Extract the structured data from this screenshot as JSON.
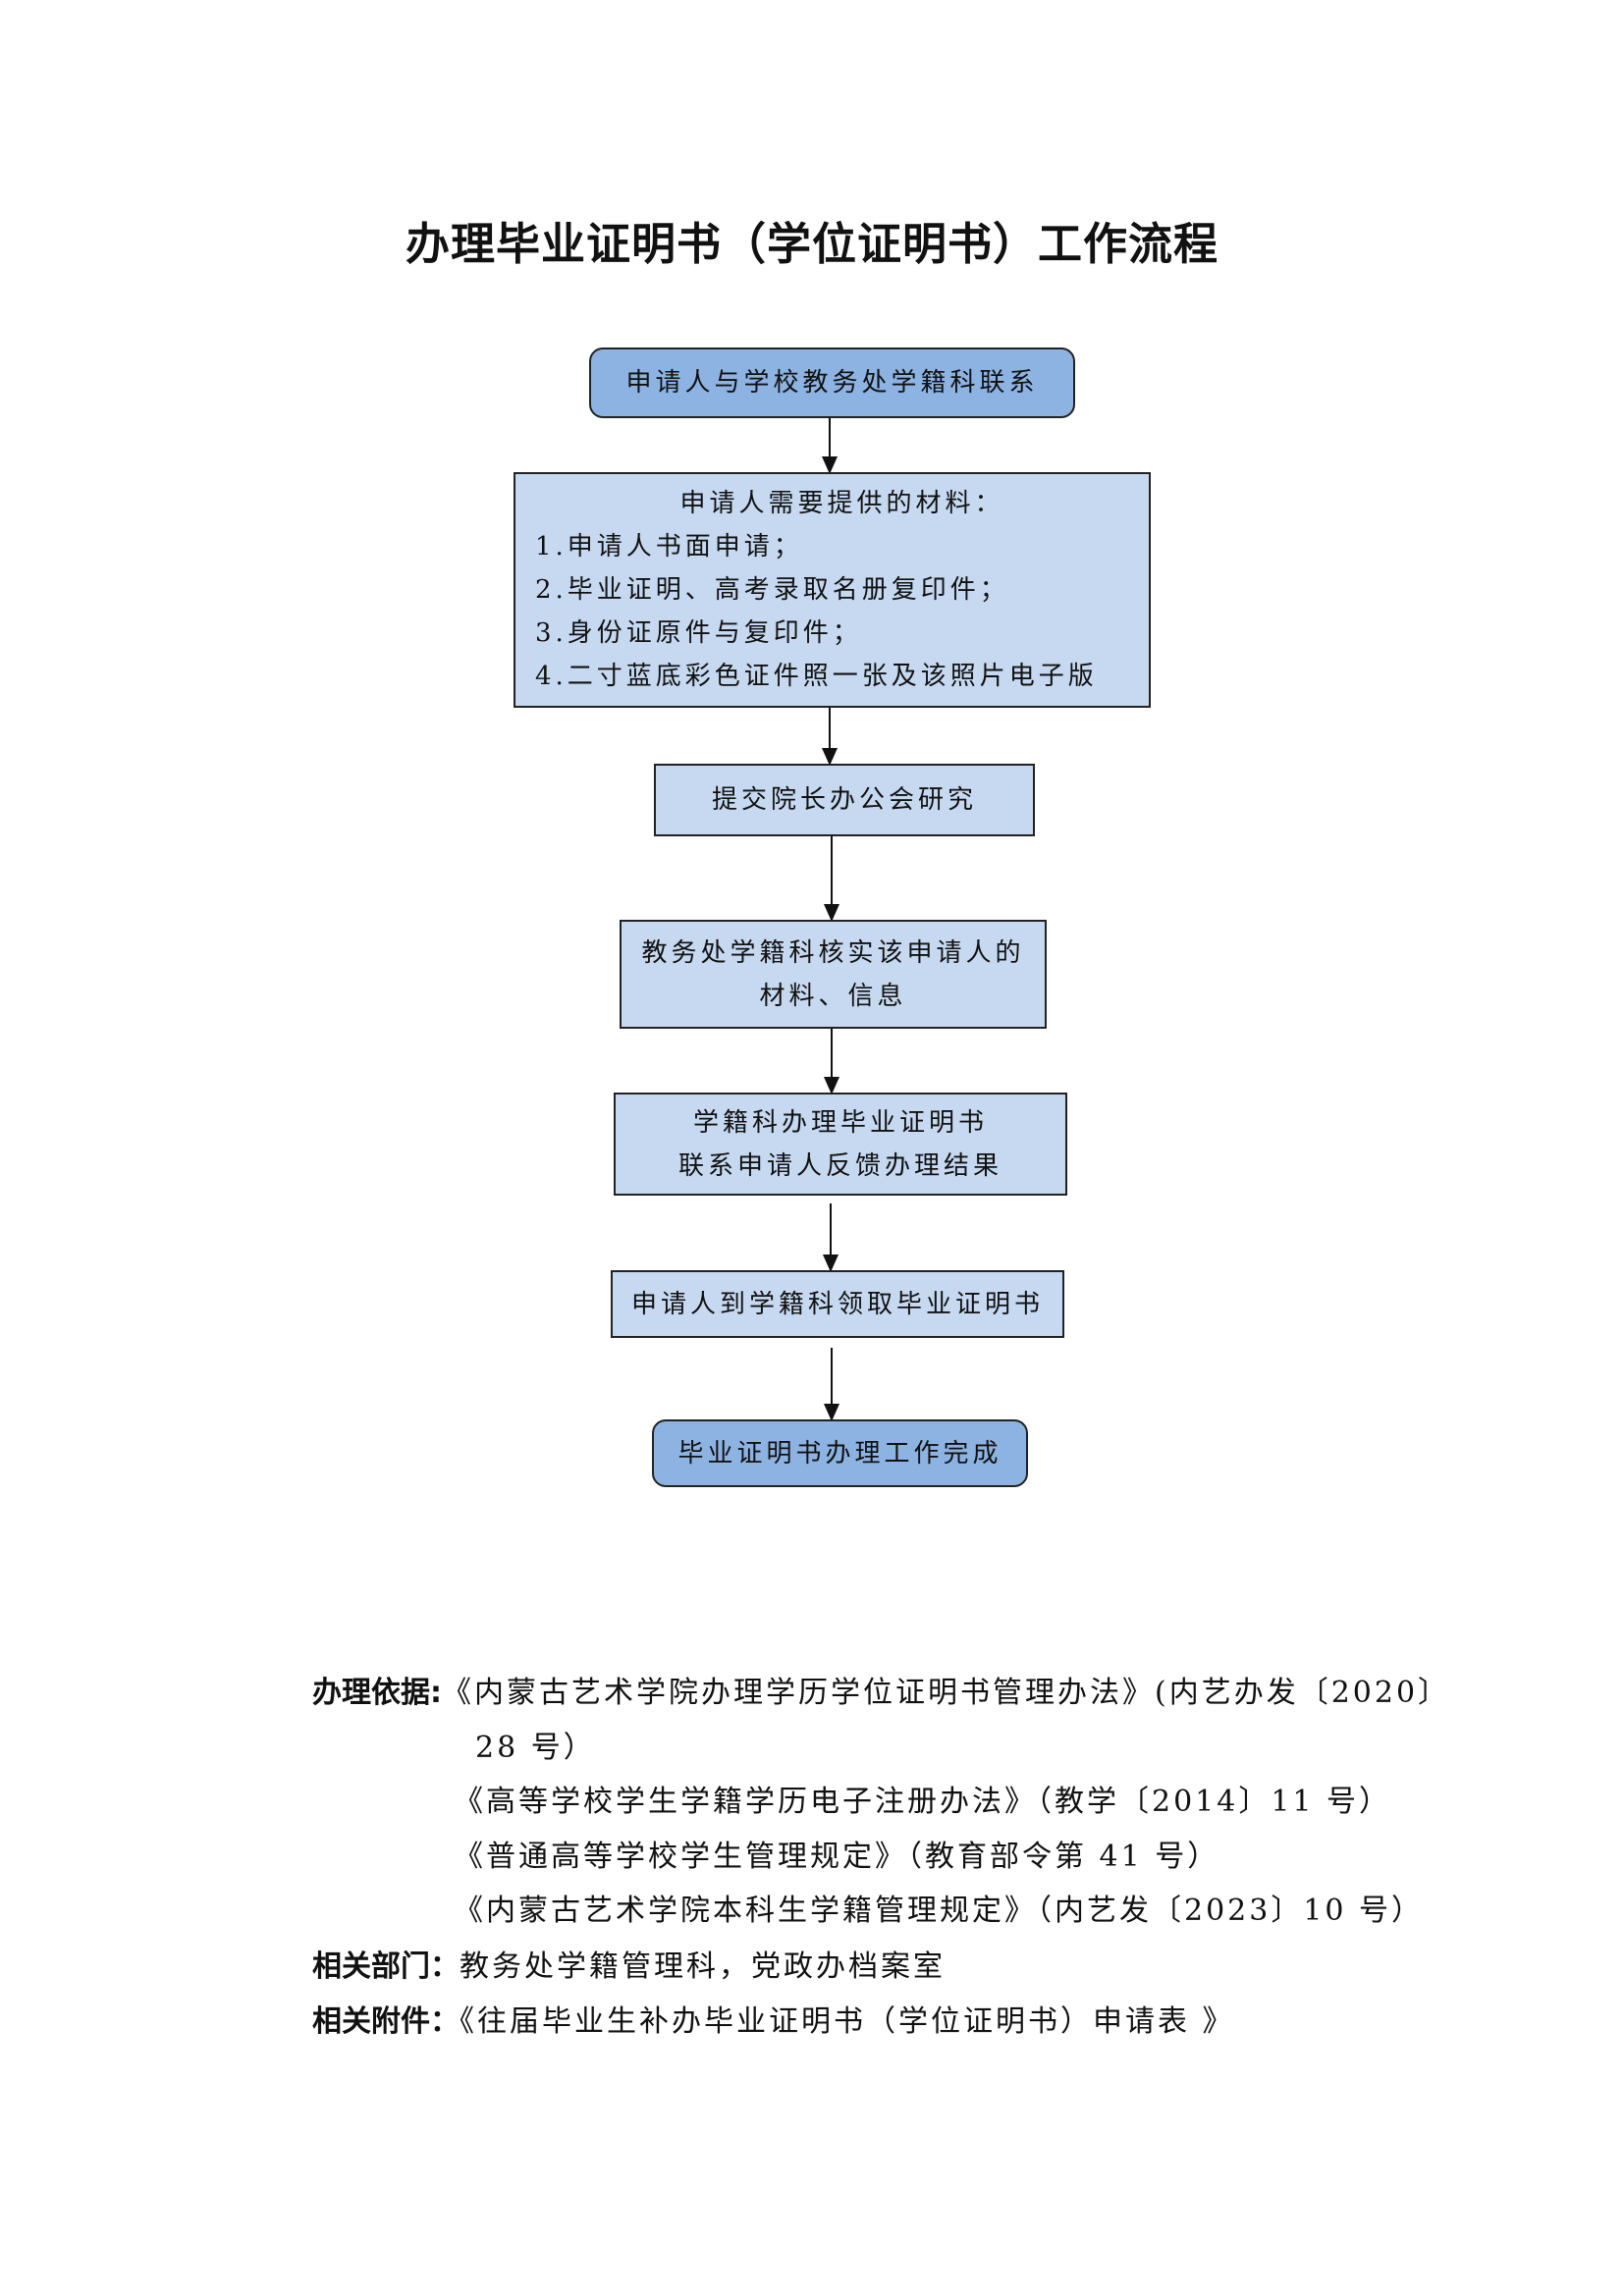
{
  "title": "办理毕业证明书（学位证明书）工作流程",
  "flow": {
    "step1": "申请人与学校教务处学籍科联系",
    "step2": {
      "heading": "申请人需要提供的材料：",
      "items": [
        "1.申请人书面申请；",
        "2.毕业证明、高考录取名册复印件；",
        "3.身份证原件与复印件；",
        "4.二寸蓝底彩色证件照一张及该照片电子版"
      ]
    },
    "step3": "提交院长办公会研究",
    "step4": [
      "教务处学籍科核实该申请人的",
      "材料、信息"
    ],
    "step5": [
      "学籍科办理毕业证明书",
      "联系申请人反馈办理结果"
    ],
    "step6": "申请人到学籍科领取毕业证明书",
    "step7": "毕业证明书办理工作完成"
  },
  "basis": {
    "label": "办理依据:",
    "lines": [
      "《内蒙古艺术学院办理学历学位证明书管理办法》(内艺办发〔2020〕",
      "28 号）",
      "《高等学校学生学籍学历电子注册办法》（教学〔2014〕11 号）",
      "《普通高等学校学生管理规定》（教育部令第 41 号）",
      "《内蒙古艺术学院本科生学籍管理规定》（内艺发〔2023〕10 号）"
    ]
  },
  "departments": {
    "label": "相关部门：",
    "value": "教务处学籍管理科，党政办档案室"
  },
  "attachments": {
    "label": "相关附件：",
    "value": "《往届毕业生补办毕业证明书（学位证明书）申请表 》"
  }
}
